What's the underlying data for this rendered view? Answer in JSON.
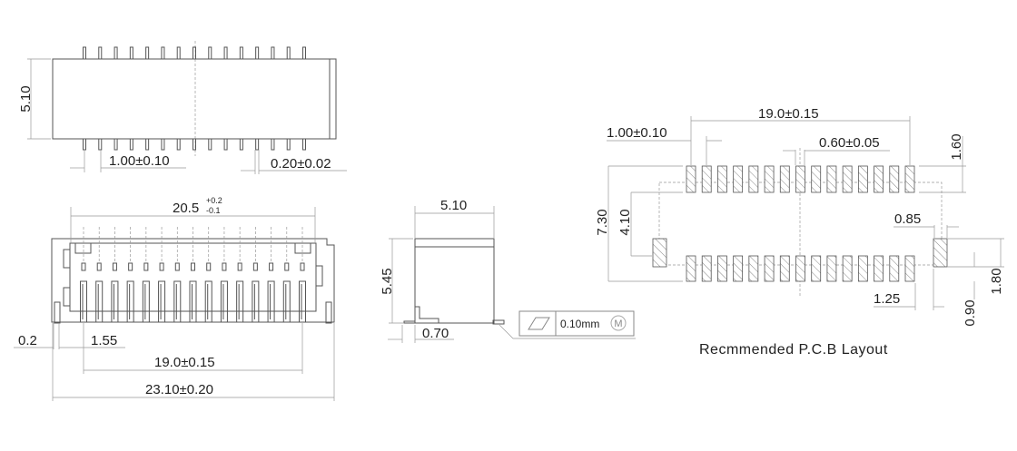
{
  "pin_count": 15,
  "colors": {
    "line": "#555555",
    "dim": "#999999",
    "text": "#222222"
  },
  "top_view": {
    "height": "5.10",
    "pitch": "1.00±0.10",
    "pin_width": "0.20±0.02"
  },
  "front_view": {
    "housing_width": "20.5",
    "housing_tol_plus": "+0.2",
    "housing_tol_minus": "-0.1",
    "ear_offset": "0.2",
    "first_pin": "1.55",
    "pin_span": "19.0±0.15",
    "overall_width": "23.10±0.20"
  },
  "side_view": {
    "depth": "5.10",
    "height": "5.45",
    "foot": "0.70",
    "tolerance_value": "0.10mm",
    "tolerance_modifier": "M"
  },
  "pcb_layout": {
    "pad_span": "19.0±0.15",
    "pitch": "1.00±0.10",
    "pad_width": "0.60±0.05",
    "pad_length": "1.60",
    "overall_depth": "7.30",
    "inner_gap": "4.10",
    "side_pad_width": "0.85",
    "side_pad_offset": "1.25",
    "side_pad_small": "0.90",
    "side_pad_length": "1.80",
    "caption": "Recmmended P.C.B Layout"
  }
}
